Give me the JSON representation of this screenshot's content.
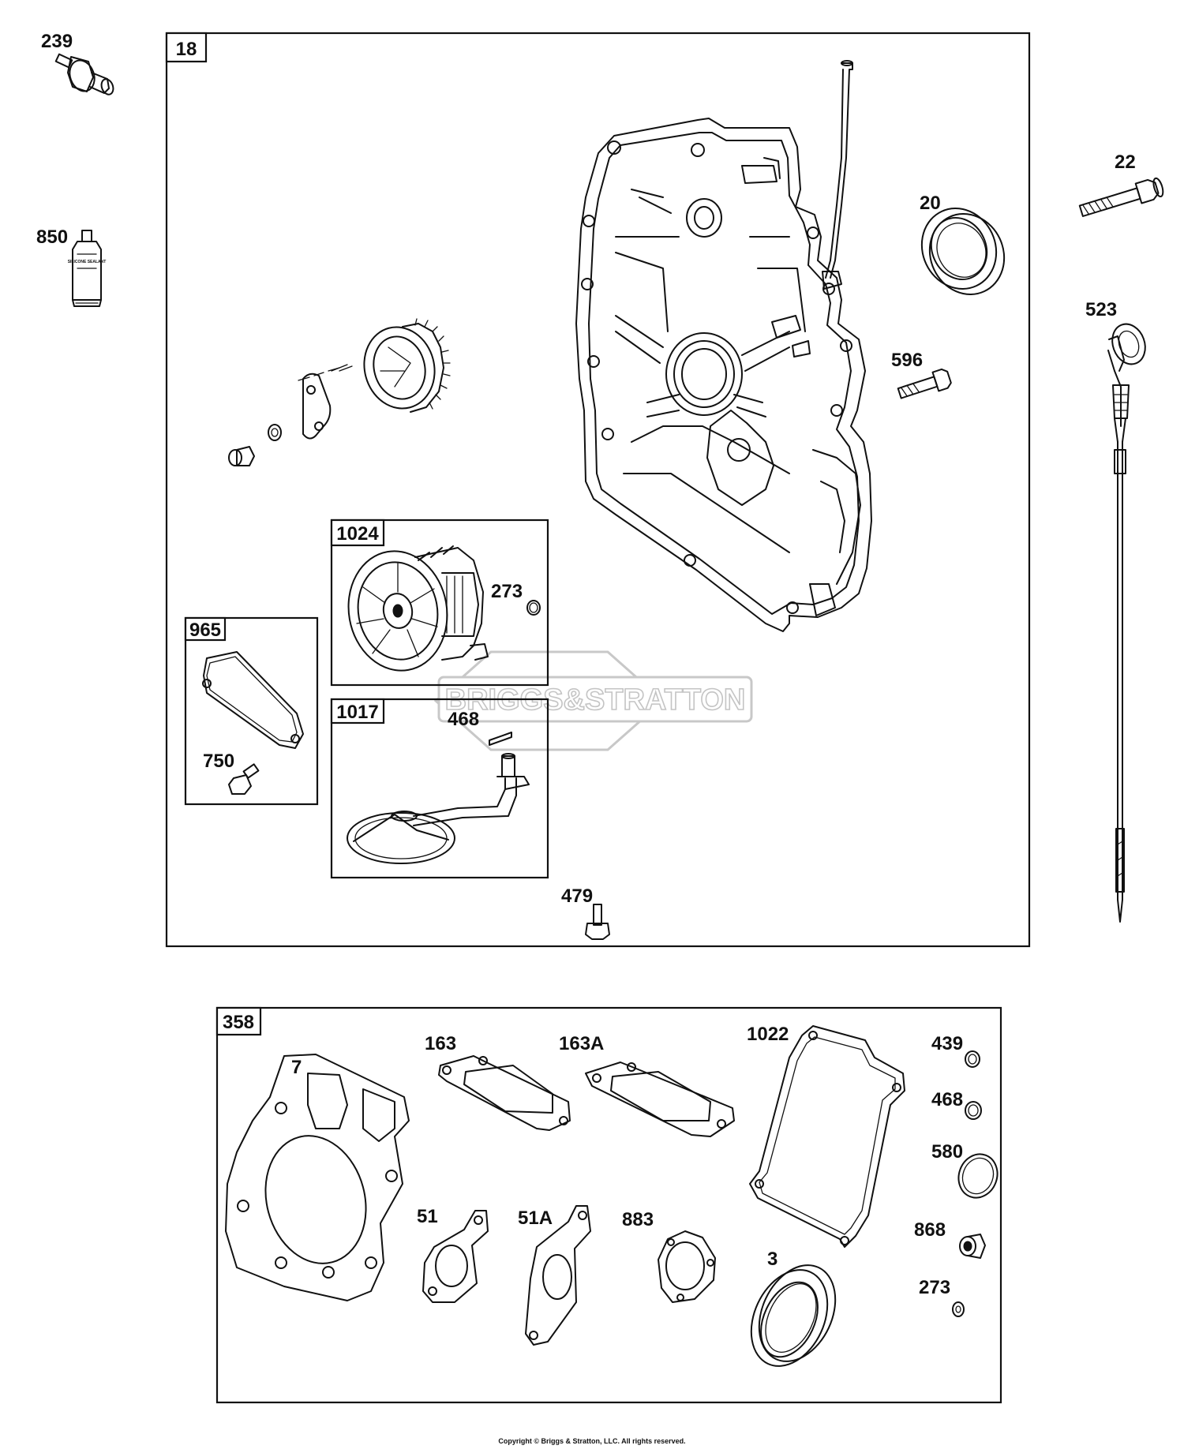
{
  "copyright": "Copyright © Briggs & Stratton, LLC. All rights reserved.",
  "watermark": "BRIGGS&STRATTON",
  "groups": {
    "g18": "18",
    "g1024": "1024",
    "g965": "965",
    "g1017": "1017",
    "g358": "358"
  },
  "parts": {
    "p239": "239",
    "p850": "850",
    "p22": "22",
    "p20": "20",
    "p523": "523",
    "p596": "596",
    "p273a": "273",
    "p750": "750",
    "p468a": "468",
    "p479": "479",
    "p7": "7",
    "p163": "163",
    "p163a": "163A",
    "p1022": "1022",
    "p439": "439",
    "p468b": "468",
    "p580": "580",
    "p51": "51",
    "p51a": "51A",
    "p883": "883",
    "p3": "3",
    "p868": "868",
    "p273b": "273"
  },
  "sealant_tube_text": "SILICONE SEALANT"
}
